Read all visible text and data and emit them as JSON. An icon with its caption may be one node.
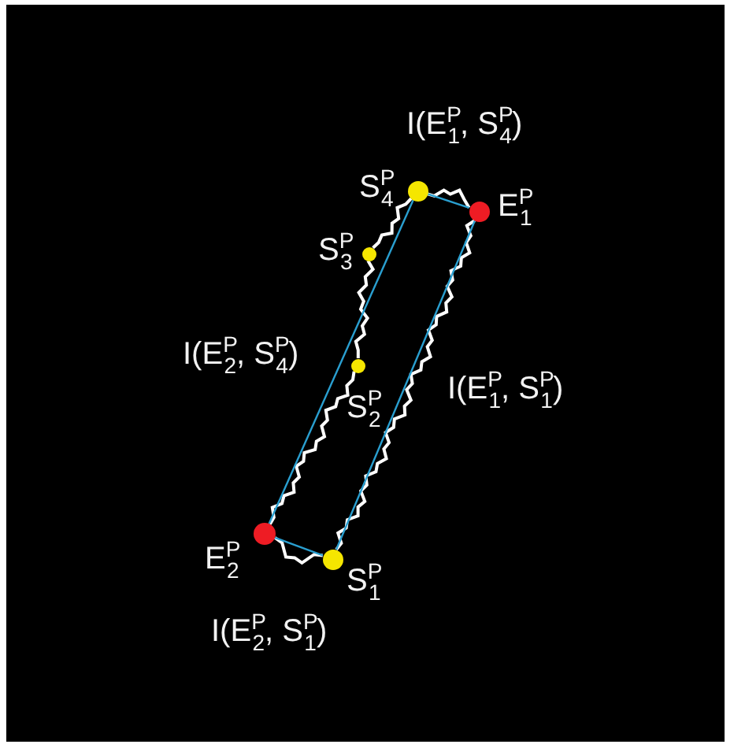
{
  "diagram": {
    "nodes": [
      {
        "text": [],
        "shape": "circle",
        "beside": [
          "S$^{P}$$_{4}$"
        ]
      },
      {
        "text": [],
        "shape": "circle",
        "beside": [
          "E$^{P}$$_{1}$"
        ]
      },
      {
        "text": [],
        "shape": "circle",
        "beside": [
          "S$^{P}$$_{3}$"
        ]
      },
      {
        "text": [],
        "shape": "circle",
        "beside": [
          "S$^{P}$$_{2}$"
        ]
      },
      {
        "text": [],
        "shape": "circle",
        "beside": [
          "E$^{P}$$_{2}$"
        ]
      },
      {
        "text": [],
        "shape": "circle",
        "beside": [
          "S$^{P}$$_{1}$"
        ]
      }
    ],
    "edges": [
      {
        "from": 0,
        "to": 1,
        "arrow": "none"
      },
      {
        "from": 1,
        "to": 5,
        "arrow": "none"
      },
      {
        "from": 5,
        "to": 4,
        "arrow": "none"
      },
      {
        "from": 4,
        "to": 3,
        "arrow": "none"
      },
      {
        "from": 3,
        "to": 2,
        "arrow": "none"
      },
      {
        "from": 2,
        "to": 0,
        "arrow": "none"
      },
      {
        "from": 0,
        "to": 1,
        "arrow": "none",
        "color": "#2a9fd0"
      },
      {
        "from": 1,
        "to": 5,
        "arrow": "none",
        "color": "#2a9fd0"
      },
      {
        "from": 5,
        "to": 4,
        "arrow": "none",
        "color": "#2a9fd0"
      },
      {
        "from": 4,
        "to": 0,
        "arrow": "none",
        "color": "#2a9fd0"
      }
    ],
    "labels": [
      "I(E$^{P}$$_{1}$, S$^{P}$$_{4}$)",
      "I(E$^{P}$$_{2}$, S$^{P}$$_{4}$)",
      "I(E$^{P}$$_{1}$, S$^{P}$$_{1}$)",
      "I(E$^{P}$$_{2}$, S$^{P}$$_{1}$)"
    ]
  }
}
